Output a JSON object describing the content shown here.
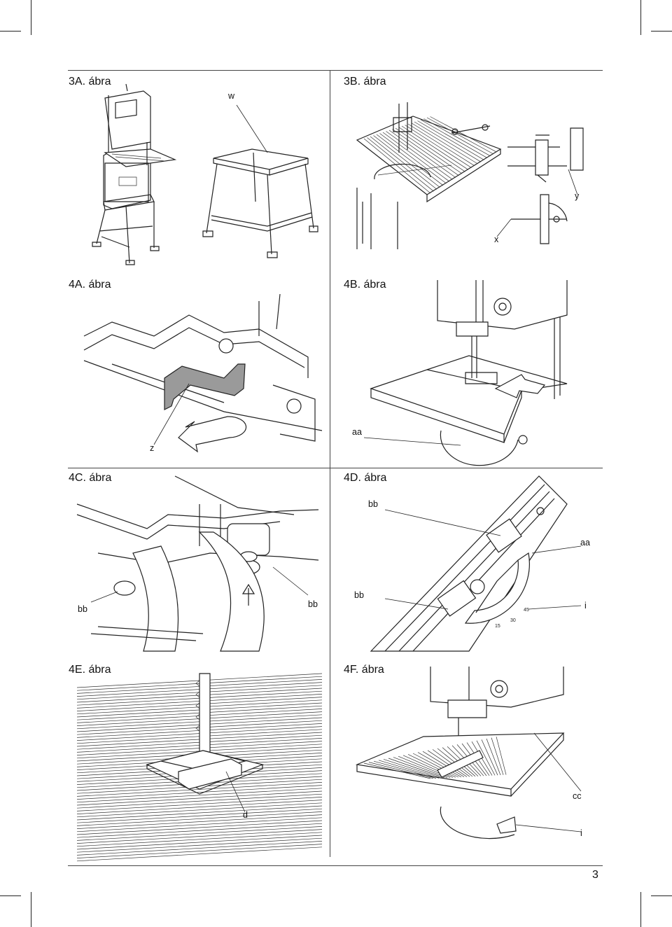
{
  "figures": {
    "f3a": {
      "title": "3A. ábra",
      "labels": {
        "w": "w"
      }
    },
    "f3b": {
      "title": "3B. ábra",
      "labels": {
        "x": "x",
        "y": "y"
      }
    },
    "f4a": {
      "title": "4A. ábra",
      "labels": {
        "z": "z"
      }
    },
    "f4b": {
      "title": "4B. ábra",
      "labels": {
        "aa": "aa"
      }
    },
    "f4c": {
      "title": "4C. ábra",
      "labels": {
        "bb_left": "bb",
        "bb_right": "bb"
      }
    },
    "f4d": {
      "title": "4D. ábra",
      "labels": {
        "bb_top": "bb",
        "aa": "aa",
        "bb_bottom": "bb",
        "i": "i"
      },
      "scale_ticks": [
        "15",
        "30",
        "45"
      ]
    },
    "f4e": {
      "title": "4E. ábra",
      "labels": {
        "d": "d"
      }
    },
    "f4f": {
      "title": "4F. ábra",
      "labels": {
        "cc": "cc",
        "i": "i"
      }
    }
  },
  "page_number": "3"
}
